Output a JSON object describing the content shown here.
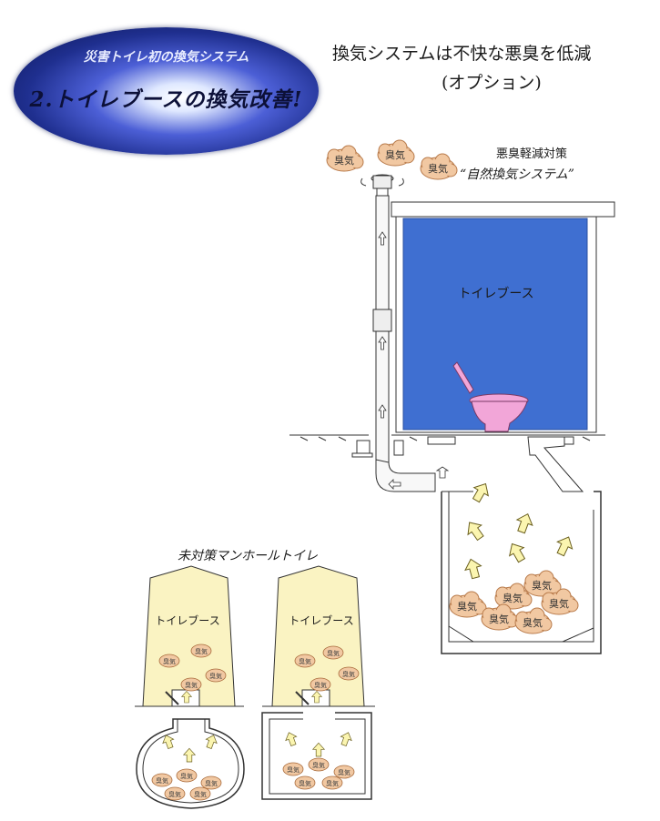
{
  "title": {
    "line1": "災害トイレ初の換気システム",
    "line2": "2.トイレブースの換気改善!"
  },
  "headline": {
    "main": "換気システムは不快な悪臭を低減",
    "sub": "(オプション)"
  },
  "system_caption": {
    "line1": "悪臭軽減対策",
    "line2": "“自然換気システム”"
  },
  "booth_label": "トイレブース",
  "smell_label": "臭気",
  "unprotected": {
    "title": "未対策マンホールトイレ",
    "left_booth_label": "トイレブース",
    "right_booth_label": "トイレブース"
  },
  "colors": {
    "booth_blue": "#3f6fd1",
    "booth_cream": "#faf3c2",
    "toilet_pink": "#f2a6d8",
    "smell_cloud": "#f1c8a2",
    "arrow_fill": "#fbf5b0"
  },
  "icons": [
    "vent-rotor-icon",
    "smell-cloud-icon",
    "airflow-arrow-icon",
    "toilet-bowl-icon"
  ]
}
